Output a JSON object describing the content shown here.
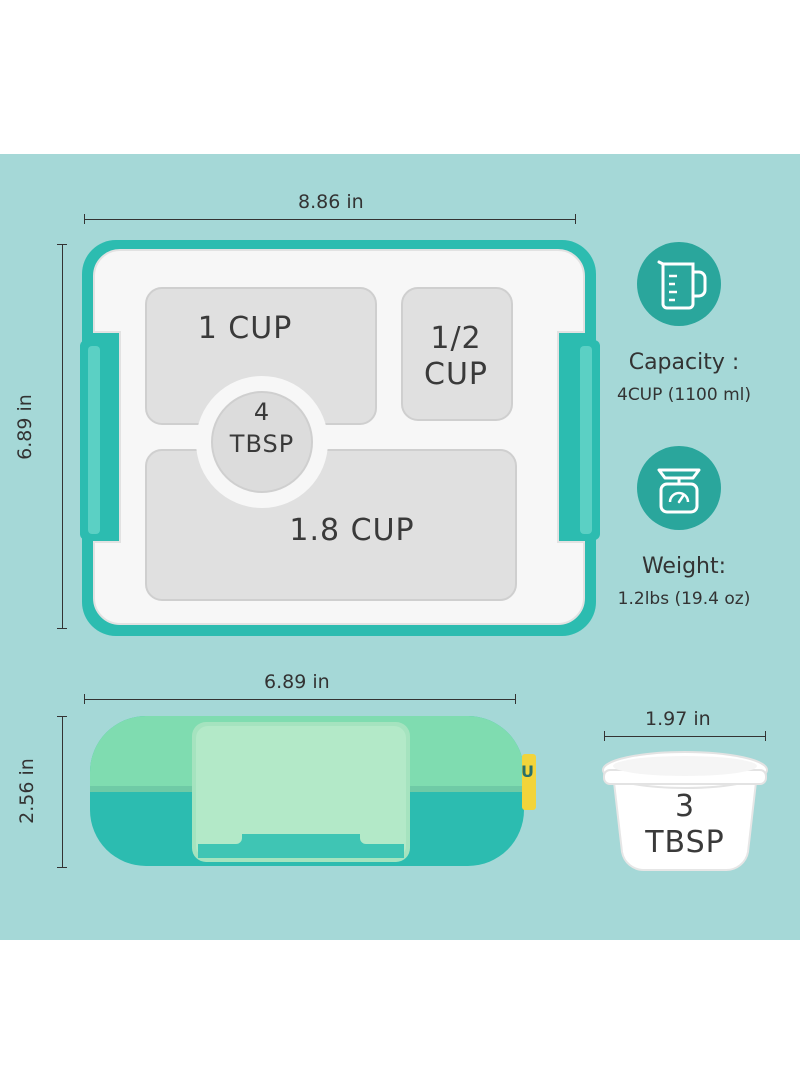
{
  "dimensions": {
    "tray_width": "8.86 in",
    "tray_height": "6.89 in",
    "box_length": "6.89 in",
    "box_height": "2.56 in",
    "cup_width": "1.97 in"
  },
  "compartments": {
    "top_left": "1 CUP",
    "top_right_line1": "1/2",
    "top_right_line2": "CUP",
    "circle_line1": "4",
    "circle_line2": "TBSP",
    "bottom": "1.8 CUP"
  },
  "specs": {
    "capacity_title": "Capacity :",
    "capacity_value": "4CUP (1100 ml)",
    "weight_title": "Weight:",
    "weight_value": "1.2lbs (19.4 oz)"
  },
  "cup": {
    "line1": "3",
    "line2": "TBSP"
  },
  "logo_text": "UN",
  "icons": {
    "capacity": "measuring-cup-icon",
    "weight": "kitchen-scale-icon"
  },
  "colors": {
    "panel": "#a5d8d7",
    "teal": "#2aa69c",
    "lid_green": "#7fdcb0",
    "base_teal": "#2cbcb0"
  }
}
